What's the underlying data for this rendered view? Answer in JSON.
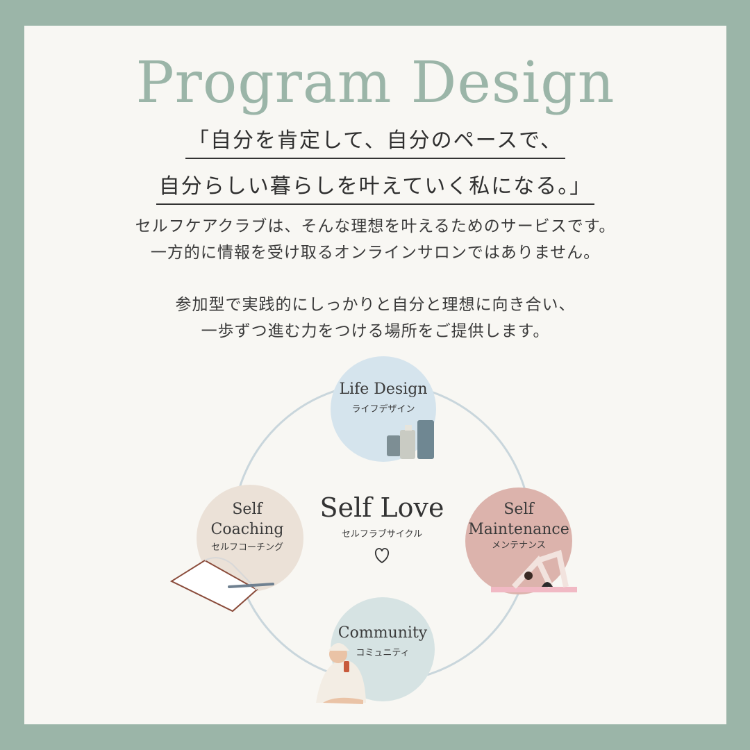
{
  "title": "Program Design",
  "quote": {
    "line1": "「自分を肯定して、自分のペースで、",
    "line2": "自分らしい暮らしを叶えていく私になる。」"
  },
  "intro": {
    "line1": "セルフケアクラブは、そんな理想を叶えるためのサービスです。",
    "line2": "一方的に情報を受け取るオンラインサロンではありません。"
  },
  "mission": {
    "line1": "参加型で実践的にしっかりと自分と理想に向き合い、",
    "line2": "一歩ずつ進む力をつける場所をご提供します。"
  },
  "cycle": {
    "center_title": "Self Love",
    "center_subtitle": "セルフラブサイクル",
    "nodes": {
      "life_design": {
        "title": "Life Design",
        "subtitle": "ライフデザイン",
        "color": "#d5e4ed"
      },
      "self_maintenance": {
        "title1": "Self",
        "title2": "Maintenance",
        "subtitle": "メンテナンス",
        "color": "#dcb3ac"
      },
      "community": {
        "title": "Community",
        "subtitle": "コミュニティ",
        "color": "#d6e3e3"
      },
      "self_coaching": {
        "title1": "Self",
        "title2": "Coaching",
        "subtitle": "セルフコーチング",
        "color": "#ebe1d7"
      }
    },
    "ring_color": "#c9d6dc"
  },
  "colors": {
    "frame": "#9bb5a8",
    "card": "#f8f7f3",
    "title": "#9bb5a8"
  }
}
